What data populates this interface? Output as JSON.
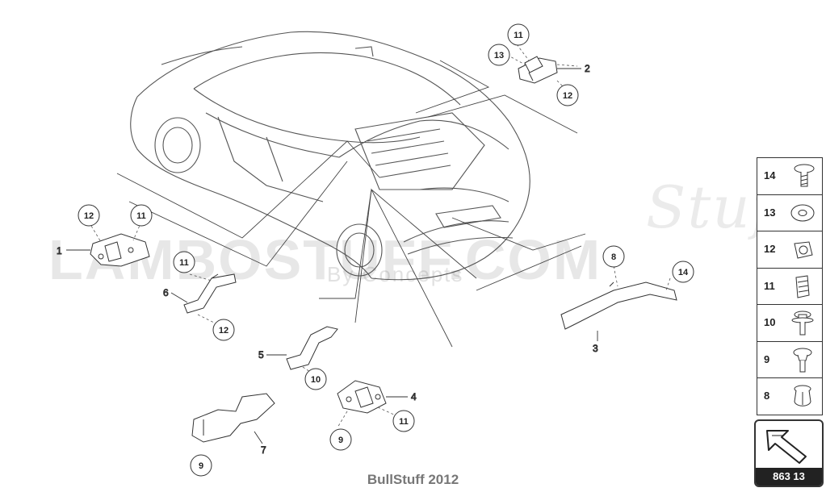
{
  "watermark": {
    "main": "LAMBOSTUFF.COM",
    "sub": "By  Concepts",
    "script": "Stuff"
  },
  "credit": "BullStuff 2012",
  "page_code": "863 13",
  "part_labels": [
    "1",
    "2",
    "3",
    "4",
    "5",
    "6",
    "7"
  ],
  "callouts": [
    "12",
    "11",
    "11",
    "12",
    "11",
    "13",
    "12",
    "10",
    "11",
    "9",
    "9",
    "8",
    "14"
  ],
  "legend": [
    {
      "num": "14",
      "icon": "pan-head-screw-icon"
    },
    {
      "num": "13",
      "icon": "flat-washer-icon"
    },
    {
      "num": "12",
      "icon": "spring-nut-icon"
    },
    {
      "num": "11",
      "icon": "clip-nut-icon"
    },
    {
      "num": "10",
      "icon": "flange-bolt-icon"
    },
    {
      "num": "9",
      "icon": "torx-screw-icon"
    },
    {
      "num": "8",
      "icon": "expanding-rivet-icon"
    }
  ]
}
